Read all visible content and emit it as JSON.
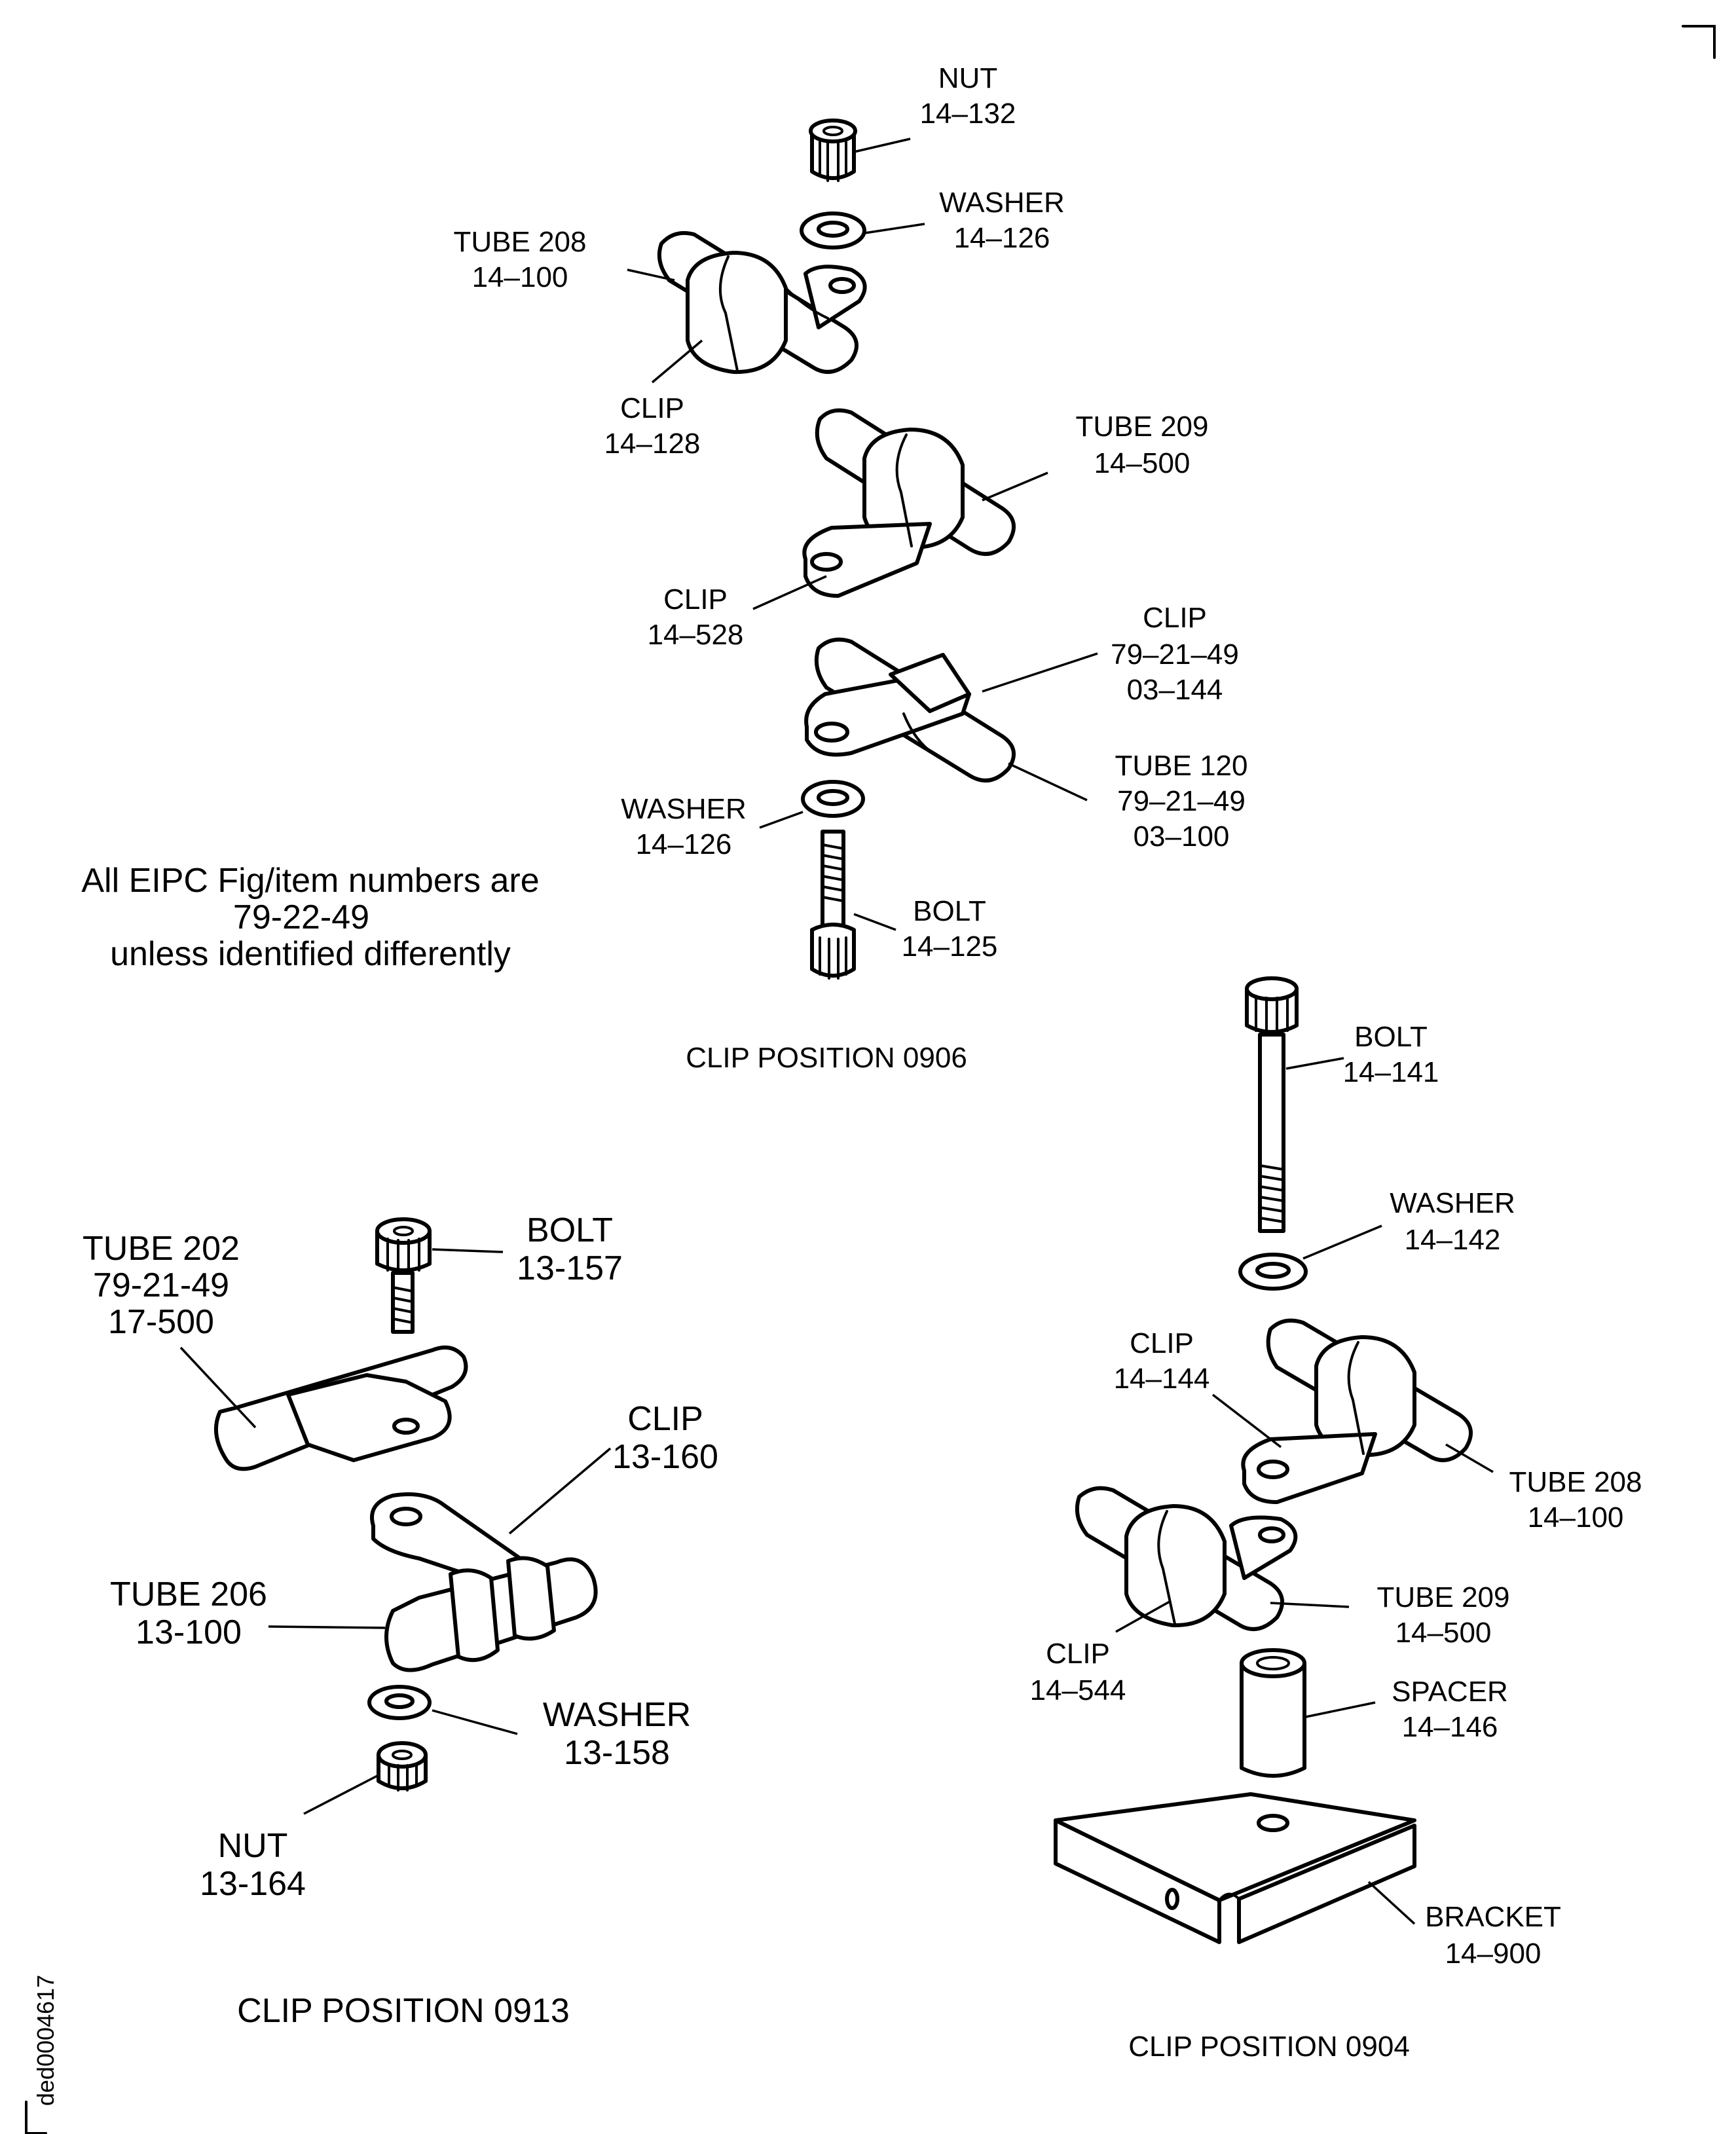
{
  "note": {
    "line1": "All EIPC Fig/item numbers are",
    "line2": "79-22-49",
    "line3": "unless identified differently"
  },
  "drawing_id": "ded0004617",
  "views": {
    "pos0906": {
      "caption": "CLIP POSITION 0906",
      "nut": {
        "name": "NUT",
        "item": "14–132"
      },
      "washer_top": {
        "name": "WASHER",
        "item": "14–126"
      },
      "tube208": {
        "name": "TUBE 208",
        "item": "14–100"
      },
      "clip128": {
        "name": "CLIP",
        "item": "14–128"
      },
      "tube209": {
        "name": "TUBE 209",
        "item": "14–500"
      },
      "clip528": {
        "name": "CLIP",
        "item": "14–528"
      },
      "clip144": {
        "name": "CLIP",
        "fig": "79–21–49",
        "item": "03–144"
      },
      "tube120": {
        "name": "TUBE 120",
        "fig": "79–21–49",
        "item": "03–100"
      },
      "washer_bot": {
        "name": "WASHER",
        "item": "14–126"
      },
      "bolt": {
        "name": "BOLT",
        "item": "14–125"
      }
    },
    "pos0913": {
      "caption": "CLIP POSITION  0913",
      "bolt": {
        "name": "BOLT",
        "item": "13-157"
      },
      "tube202": {
        "name": "TUBE 202",
        "fig": "79-21-49",
        "item": "17-500"
      },
      "clip": {
        "name": "CLIP",
        "item": "13-160"
      },
      "tube206": {
        "name": "TUBE 206",
        "item": "13-100"
      },
      "washer": {
        "name": "WASHER",
        "item": "13-158"
      },
      "nut": {
        "name": "NUT",
        "item": "13-164"
      }
    },
    "pos0904": {
      "caption": "CLIP POSITION 0904",
      "bolt": {
        "name": "BOLT",
        "item": "14–141"
      },
      "washer": {
        "name": "WASHER",
        "item": "14–142"
      },
      "clip144": {
        "name": "CLIP",
        "item": "14–144"
      },
      "tube208": {
        "name": "TUBE 208",
        "item": "14–100"
      },
      "tube209": {
        "name": "TUBE 209",
        "item": "14–500"
      },
      "clip544": {
        "name": "CLIP",
        "item": "14–544"
      },
      "spacer": {
        "name": "SPACER",
        "item": "14–146"
      },
      "bracket": {
        "name": "BRACKET",
        "item": "14–900"
      }
    }
  }
}
